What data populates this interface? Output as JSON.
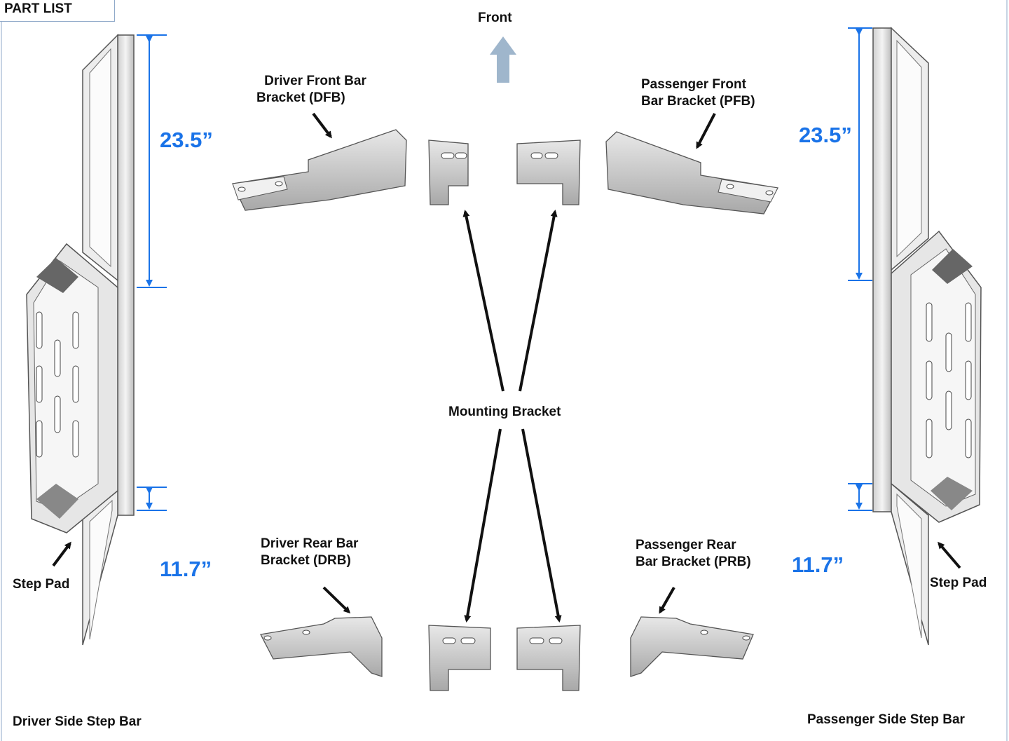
{
  "header": {
    "tab_label": "PART LIST"
  },
  "orientation": {
    "label": "Front",
    "arrow_color": "#9fb6cc"
  },
  "dimensions": {
    "color": "#1a73e8",
    "driver_upper": "23.5”",
    "driver_lower": "11.7”",
    "passenger_upper": "23.5”",
    "passenger_lower": "11.7”"
  },
  "parts": {
    "driver_front_bracket": {
      "line1": "Driver Front Bar",
      "line2": "Bracket (DFB)"
    },
    "passenger_front_bracket": {
      "line1": "Passenger Front",
      "line2": "Bar Bracket (PFB)"
    },
    "driver_rear_bracket": {
      "line1": "Driver Rear Bar",
      "line2": "Bracket (DRB)"
    },
    "passenger_rear_bracket": {
      "line1": "Passenger Rear",
      "line2": "Bar Bracket (PRB)"
    },
    "mounting_bracket": "Mounting Bracket",
    "driver_step_pad": "Step Pad",
    "passenger_step_pad": "Step Pad",
    "driver_step_bar": "Driver Side Step Bar",
    "passenger_step_bar": "Passenger Side Step Bar"
  }
}
